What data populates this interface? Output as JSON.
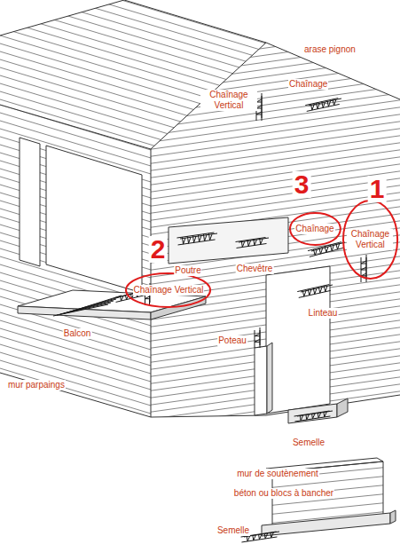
{
  "diagram": {
    "nodes": [
      {
        "text": [
          "Chaînage"
        ]
      },
      {
        "text": [
          "Chaînage Vertical"
        ]
      },
      {
        "text": [
          "Chaînage Vertical"
        ]
      }
    ],
    "labels": [
      "arase pignon",
      "Chaînage Vertical",
      "Chaînage",
      "3",
      "1",
      "2",
      "Poutre",
      "Chevêtre",
      "Linteau",
      "Balcon",
      "Poteau",
      "mur parpaings",
      "Semelle",
      "mur de soutènement",
      "béton ou blocs à bancher",
      "Semelle"
    ]
  }
}
